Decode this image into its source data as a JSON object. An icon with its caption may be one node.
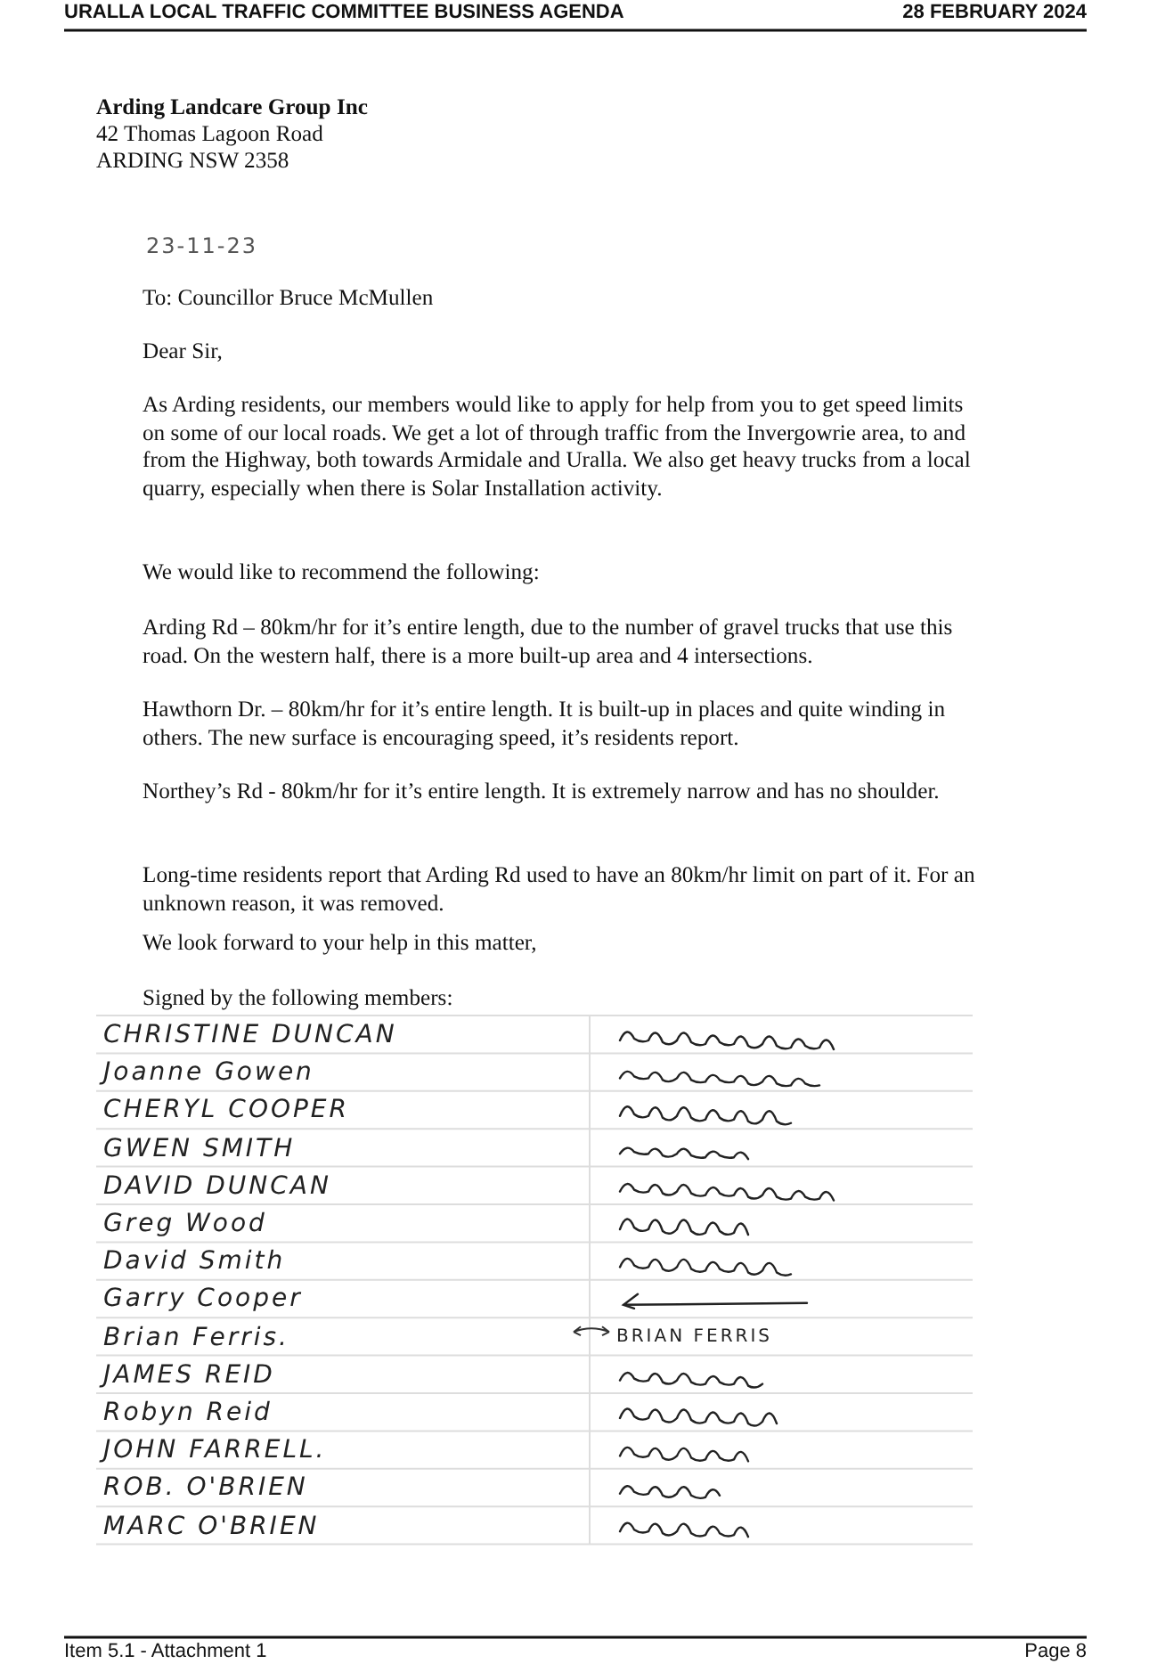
{
  "diagram": {
    "labels": [
      "URALLA LOCAL TRAFFIC COMMITTEE BUSINESS AGENDA",
      "28 FEBRUARY 2024",
      "Arding Landcare Group Inc",
      "42 Thomas Lagoon Road",
      "ARDING NSW 2358",
      "23-11-23",
      "To: Councillor Bruce McMullen",
      "Dear Sir,",
      "As Arding residents, our members would like to apply for help from you to get speed limits on some of our local roads. We get a lot of through traffic from the Invergowrie area, to and from the Highway, both towards Armidale and Uralla. We also get heavy trucks from a local quarry, especially when there is Solar Installation activity.",
      "We would like to recommend the following:",
      "Arding Rd – 80km/hr for it’s entire length, due to the number of gravel trucks that use this road. On the western half, there is a more built-up area and 4 intersections.",
      "Hawthorn Dr. – 80km/hr for it’s entire length. It is built-up in places and quite winding in others. The new surface is encouraging speed, it’s residents report.",
      "Northey’s Rd  - 80km/hr for it’s entire length. It is extremely narrow and has no shoulder.",
      "Long-time residents report that Arding Rd used to have an 80km/hr limit on part of it. For an unknown reason, it was removed.",
      "We look forward to your help in this matter,",
      "Signed by the following members:",
      "CHRISTINE DUNCAN",
      "Joanne Gowen",
      "CHERYL COOPER",
      "GWEN SMITH",
      "DAVID DUNCAN",
      "Greg Wood",
      "David Smith",
      "Garry Cooper",
      "Brian Ferris.",
      "BRIAN FERRIS",
      "JAMES REID",
      "Robyn Reid",
      "JOHN FARRELL.",
      "ROB. O'BRIEN",
      "MARC O'BRIEN",
      "Item 5.1 - Attachment 1",
      "Page 8"
    ]
  }
}
